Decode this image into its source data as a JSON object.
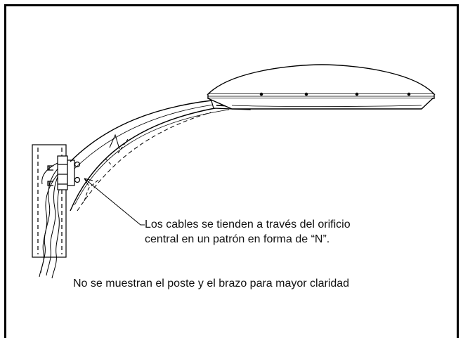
{
  "callout": {
    "line1": "Los cables se tienden a través del orificio",
    "line2": "central en un patrón en forma de “N”."
  },
  "caption": "No se muestran el poste y el brazo para mayor claridad"
}
